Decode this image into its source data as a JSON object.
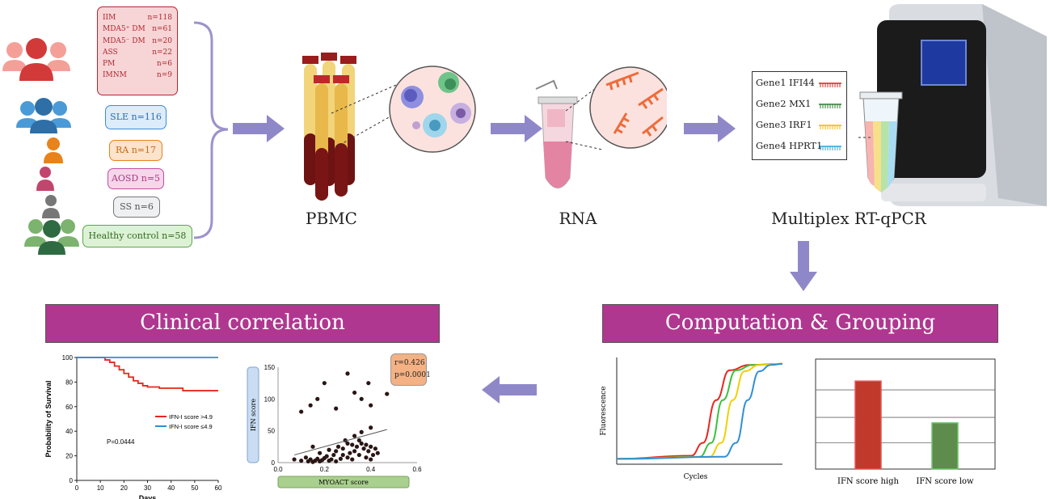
{
  "cohort": {
    "iim_rows": [
      {
        "name": "IIM",
        "n": "n=118"
      },
      {
        "name": "MDA5⁺ DM",
        "n": "n=61"
      },
      {
        "name": "MDA5⁻ DM",
        "n": "n=20"
      },
      {
        "name": "ASS",
        "n": "n=22"
      },
      {
        "name": "PM",
        "n": "n=6"
      },
      {
        "name": "IMNM",
        "n": "n=9"
      }
    ],
    "sle": "SLE n=116",
    "ra": "RA n=17",
    "aosd": "AOSD n=5",
    "ss": "SS n=6",
    "healthy": "Healthy control n=58"
  },
  "stages": {
    "pbmc": "PBMC",
    "rna": "RNA",
    "qpcr": "Multiplex RT-qPCR"
  },
  "genes": [
    {
      "label": "Gene1 IFI44",
      "color": "#d62728"
    },
    {
      "label": "Gene2 MX1",
      "color": "#2e7d32"
    },
    {
      "label": "Gene3 IRF1",
      "color": "#f5b700"
    },
    {
      "label": "Gene4 HPRT1",
      "color": "#2aa8d8"
    }
  ],
  "banners": {
    "clinical": "Clinical correlation",
    "computation": "Computation & Grouping"
  },
  "charts": [
    {
      "type": "line",
      "xlabel": "Days",
      "ylabel": "Probability of Survival",
      "xlim": [
        0,
        60
      ],
      "ylim": [
        0,
        100
      ],
      "xticks": [
        0,
        10,
        20,
        30,
        40,
        50,
        60
      ],
      "yticks": [
        0,
        20,
        40,
        60,
        80,
        100
      ],
      "annotation": "P=0.0444",
      "series": [
        {
          "name": "IFN-I score >4.9",
          "color": "#e8261f",
          "x": [
            0,
            10,
            12,
            14,
            16,
            18,
            20,
            22,
            24,
            26,
            28,
            30,
            35,
            45,
            55,
            60
          ],
          "y": [
            100,
            100,
            98,
            96,
            93,
            90,
            87,
            84,
            81,
            79,
            77,
            76,
            75,
            73,
            73,
            73
          ]
        },
        {
          "name": "IFN-I score ≤4.9",
          "color": "#2e8fd6",
          "x": [
            0,
            60
          ],
          "y": [
            100,
            100
          ]
        }
      ]
    },
    {
      "type": "scatter",
      "xlabel": "MYOACT score",
      "ylabel": "IFN score",
      "xlim": [
        0,
        0.6
      ],
      "ylim": [
        0,
        150
      ],
      "xticks": [
        "0.0",
        "0.2",
        "0.4",
        "0.6"
      ],
      "yticks": [
        0,
        50,
        100,
        150
      ],
      "r": "r=0.426",
      "p": "p=0.0001",
      "points": [
        [
          0.07,
          5
        ],
        [
          0.1,
          3
        ],
        [
          0.12,
          8
        ],
        [
          0.13,
          2
        ],
        [
          0.14,
          5
        ],
        [
          0.15,
          25
        ],
        [
          0.15,
          1
        ],
        [
          0.16,
          3
        ],
        [
          0.17,
          6
        ],
        [
          0.18,
          15
        ],
        [
          0.18,
          2
        ],
        [
          0.19,
          4
        ],
        [
          0.2,
          7
        ],
        [
          0.21,
          10
        ],
        [
          0.22,
          3
        ],
        [
          0.22,
          20
        ],
        [
          0.23,
          5
        ],
        [
          0.24,
          12
        ],
        [
          0.25,
          2
        ],
        [
          0.25,
          18
        ],
        [
          0.26,
          25
        ],
        [
          0.27,
          6
        ],
        [
          0.28,
          22
        ],
        [
          0.28,
          12
        ],
        [
          0.29,
          35
        ],
        [
          0.3,
          30
        ],
        [
          0.3,
          8
        ],
        [
          0.31,
          15
        ],
        [
          0.32,
          28
        ],
        [
          0.32,
          5
        ],
        [
          0.33,
          42
        ],
        [
          0.33,
          18
        ],
        [
          0.34,
          25
        ],
        [
          0.35,
          12
        ],
        [
          0.35,
          35
        ],
        [
          0.36,
          30
        ],
        [
          0.36,
          48
        ],
        [
          0.37,
          22
        ],
        [
          0.38,
          28
        ],
        [
          0.38,
          8
        ],
        [
          0.39,
          18
        ],
        [
          0.4,
          25
        ],
        [
          0.4,
          5
        ],
        [
          0.41,
          12
        ],
        [
          0.42,
          22
        ],
        [
          0.43,
          15
        ],
        [
          0.14,
          90
        ],
        [
          0.17,
          100
        ],
        [
          0.2,
          125
        ],
        [
          0.25,
          85
        ],
        [
          0.3,
          140
        ],
        [
          0.33,
          110
        ],
        [
          0.36,
          100
        ],
        [
          0.39,
          125
        ],
        [
          0.4,
          90
        ],
        [
          0.47,
          108
        ],
        [
          0.1,
          80
        ],
        [
          0.4,
          55
        ]
      ],
      "fit": {
        "x": [
          0.07,
          0.47
        ],
        "y": [
          12,
          52
        ]
      }
    },
    {
      "type": "line",
      "xlabel": "Cycles",
      "ylabel": "Fluorescence",
      "series": [
        {
          "color": "#e8261f",
          "x": [
            0,
            45,
            52,
            60,
            68,
            80,
            100
          ],
          "y": [
            5,
            8,
            20,
            60,
            88,
            93,
            94
          ]
        },
        {
          "color": "#3cbf3c",
          "x": [
            0,
            50,
            57,
            64,
            72,
            82,
            100
          ],
          "y": [
            5,
            7,
            20,
            60,
            88,
            93,
            94
          ]
        },
        {
          "color": "#f0d000",
          "x": [
            0,
            56,
            63,
            70,
            77,
            86,
            100
          ],
          "y": [
            5,
            7,
            20,
            60,
            87,
            93,
            94
          ]
        },
        {
          "color": "#2e8fd6",
          "x": [
            0,
            65,
            72,
            79,
            86,
            93,
            100
          ],
          "y": [
            5,
            7,
            20,
            60,
            87,
            93,
            94
          ]
        }
      ]
    },
    {
      "type": "bar",
      "categories": [
        "IFN score high",
        "IFN score low"
      ],
      "values": [
        80,
        42
      ],
      "colors": [
        "#c0392b",
        "#5e8c4d"
      ],
      "ylim": [
        0,
        100
      ]
    }
  ]
}
